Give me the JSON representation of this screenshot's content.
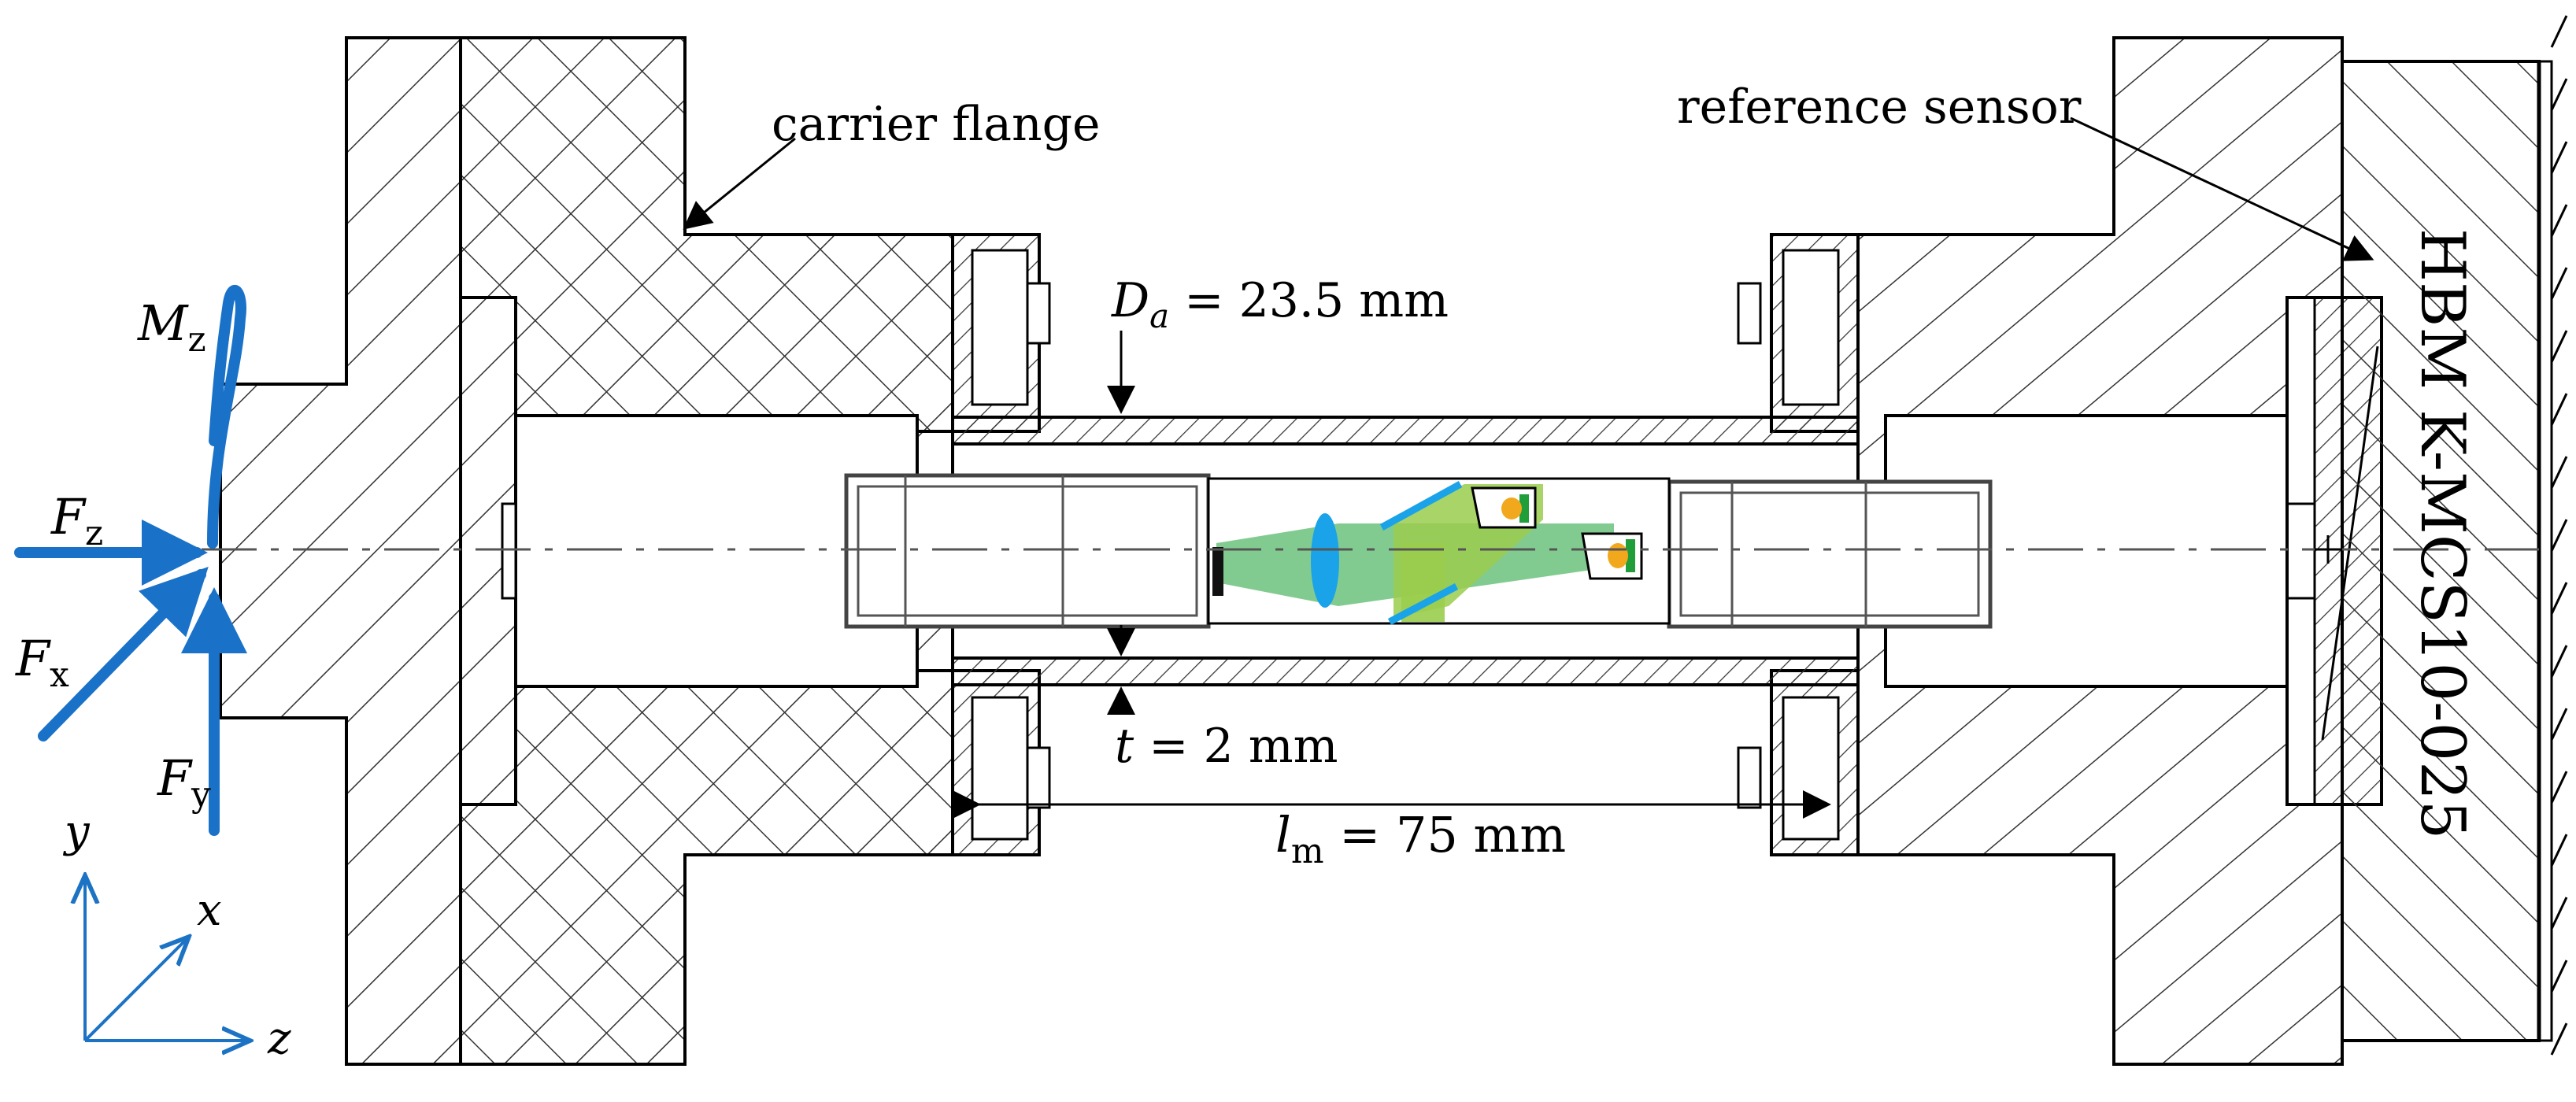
{
  "labels": {
    "carrier_flange": "carrier flange",
    "reference_sensor": "reference sensor",
    "sensor_model": "HBM K-MCS10-025",
    "Da_sym": "D",
    "Da_sub": "a",
    "Da_rest": " = 23.5 mm",
    "t_sym": "t",
    "t_rest": " = 2 mm",
    "lm_sym": "l",
    "lm_sub": "m",
    "lm_rest": " = 75 mm"
  },
  "loads": {
    "Mz": {
      "sym": "M",
      "sub": "z"
    },
    "Fz": {
      "sym": "F",
      "sub": "z"
    },
    "Fx": {
      "sym": "F",
      "sub": "x"
    },
    "Fy": {
      "sym": "F",
      "sub": "y"
    }
  },
  "axes": {
    "y": "y",
    "x": "x",
    "z": "z"
  },
  "colors": {
    "load_blue": "#1a72c8",
    "lens_blue": "#1aa3e8",
    "beam_green": "#6cc27c",
    "beam_light": "#9acd4d",
    "detector_orange": "#f2a81d",
    "detector_green": "#1f9e3a",
    "axis_blue": "#1c73c4"
  }
}
